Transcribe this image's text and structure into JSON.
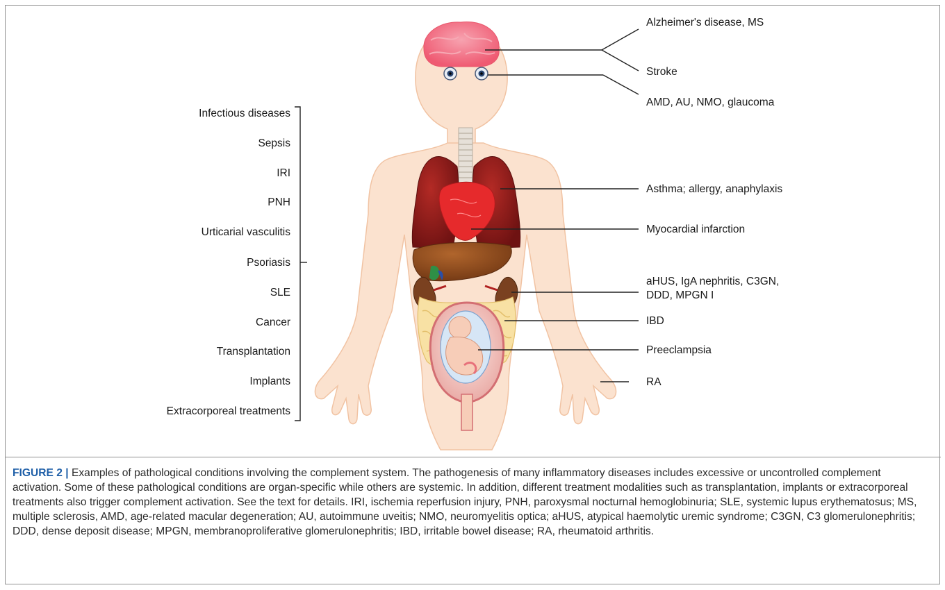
{
  "right_labels": [
    "Alzheimer's disease, MS",
    "Stroke",
    "AMD, AU, NMO, glaucoma",
    "Asthma; allergy, anaphylaxis",
    "Myocardial infarction",
    "aHUS, IgA nephritis, C3GN,",
    "DDD, MPGN I",
    "IBD",
    "Preeclampsia",
    "RA"
  ],
  "left_labels": [
    "Infectious diseases",
    "Sepsis",
    "IRI",
    "PNH",
    "Urticarial vasculitis",
    "Psoriasis",
    "SLE",
    "Cancer",
    "Transplantation",
    "Implants",
    "Extracorporeal treatments"
  ],
  "caption": {
    "figure_number": "FIGURE 2 |",
    "text": " Examples of pathological conditions involving the complement system. The pathogenesis of many inflammatory diseases includes excessive or uncontrolled complement activation. Some of these pathological conditions are organ-specific while others are systemic. In addition, different treatment modalities such as transplantation, implants or extracorporeal treatments also trigger complement activation. See the text for details. IRI, ischemia reperfusion injury, PNH, paroxysmal nocturnal hemoglobinuria; SLE, systemic lupus erythematosus; MS, multiple sclerosis, AMD, age-related macular degeneration; AU, autoimmune uveitis; NMO, neuromyelitis optica; aHUS, atypical haemolytic uremic syndrome; C3GN, C3 glomerulonephritis; DDD, dense deposit disease; MPGN, membranoproliferative glomerulonephritis; IBD, irritable bowel disease; RA, rheumatoid arthritis."
  },
  "colors": {
    "skin": "#fbe0cc",
    "skin_outline": "#f3c8a9",
    "brain": "#f2617a",
    "lung": "#8e1d1d",
    "heart": "#e8252a",
    "liver": "#8a4a1c",
    "kidney": "#7a4120",
    "intestine": "#f6dfa0",
    "caption_accent": "#1f5fa8"
  }
}
